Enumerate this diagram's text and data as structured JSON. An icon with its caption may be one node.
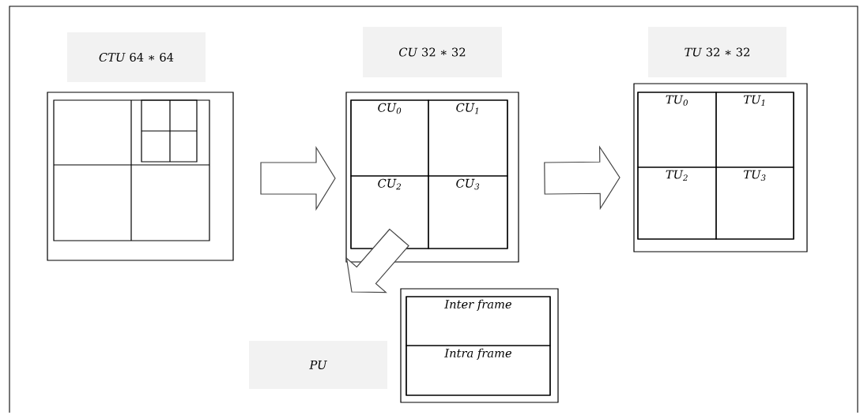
{
  "diagram": {
    "nodes": [
      {
        "text": [
          "*CTU* 64 ∗ 64"
        ]
      },
      {
        "text": [],
        "shape": "box"
      },
      {
        "text": [
          "*CU* 32 ∗ 32"
        ]
      },
      {
        "text": [],
        "shape": "box"
      },
      {
        "text": [
          "CU$_{0}$"
        ],
        "in": 3
      },
      {
        "text": [
          "CU$_{1}$"
        ],
        "in": 3
      },
      {
        "text": [
          "CU$_{2}$"
        ],
        "in": 3
      },
      {
        "text": [
          "CU$_{3}$"
        ],
        "in": 3
      },
      {
        "text": [
          "*TU* 32 ∗ 32"
        ]
      },
      {
        "text": [],
        "shape": "box"
      },
      {
        "text": [
          "TU$_{0}$"
        ],
        "in": 9
      },
      {
        "text": [
          "TU$_{1}$"
        ],
        "in": 9
      },
      {
        "text": [
          "TU$_{2}$"
        ],
        "in": 9
      },
      {
        "text": [
          "TU$_{3}$"
        ],
        "in": 9
      },
      {
        "text": [
          "PU"
        ]
      },
      {
        "text": [],
        "shape": "box"
      },
      {
        "text": [
          "Inter frame"
        ],
        "in": 15
      },
      {
        "text": [
          "Intra frame"
        ],
        "in": 15
      }
    ],
    "edges": [
      {
        "from": 1,
        "to": 3,
        "arrow": "to"
      },
      {
        "from": 3,
        "to": 9,
        "arrow": "to"
      },
      {
        "from": 3,
        "to": 14,
        "arrow": "to"
      }
    ]
  }
}
